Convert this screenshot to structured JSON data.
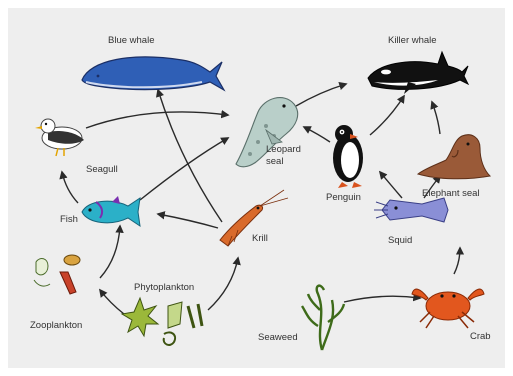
{
  "organisms": {
    "blue_whale": "Blue whale",
    "killer_whale": "Killer whale",
    "seagull": "Seagull",
    "leopard_seal_line1": "Leopard",
    "leopard_seal_line2": "seal",
    "penguin": "Penguin",
    "elephant_seal": "Elephant seal",
    "fish": "Fish",
    "krill": "Krill",
    "squid": "Squid",
    "phytoplankton": "Phytoplankton",
    "zooplankton": "Zooplankton",
    "seaweed": "Seaweed",
    "crab": "Crab"
  },
  "colors": {
    "background": "#eeeeee",
    "arrow": "#2a2a2a",
    "label": "#333333"
  }
}
